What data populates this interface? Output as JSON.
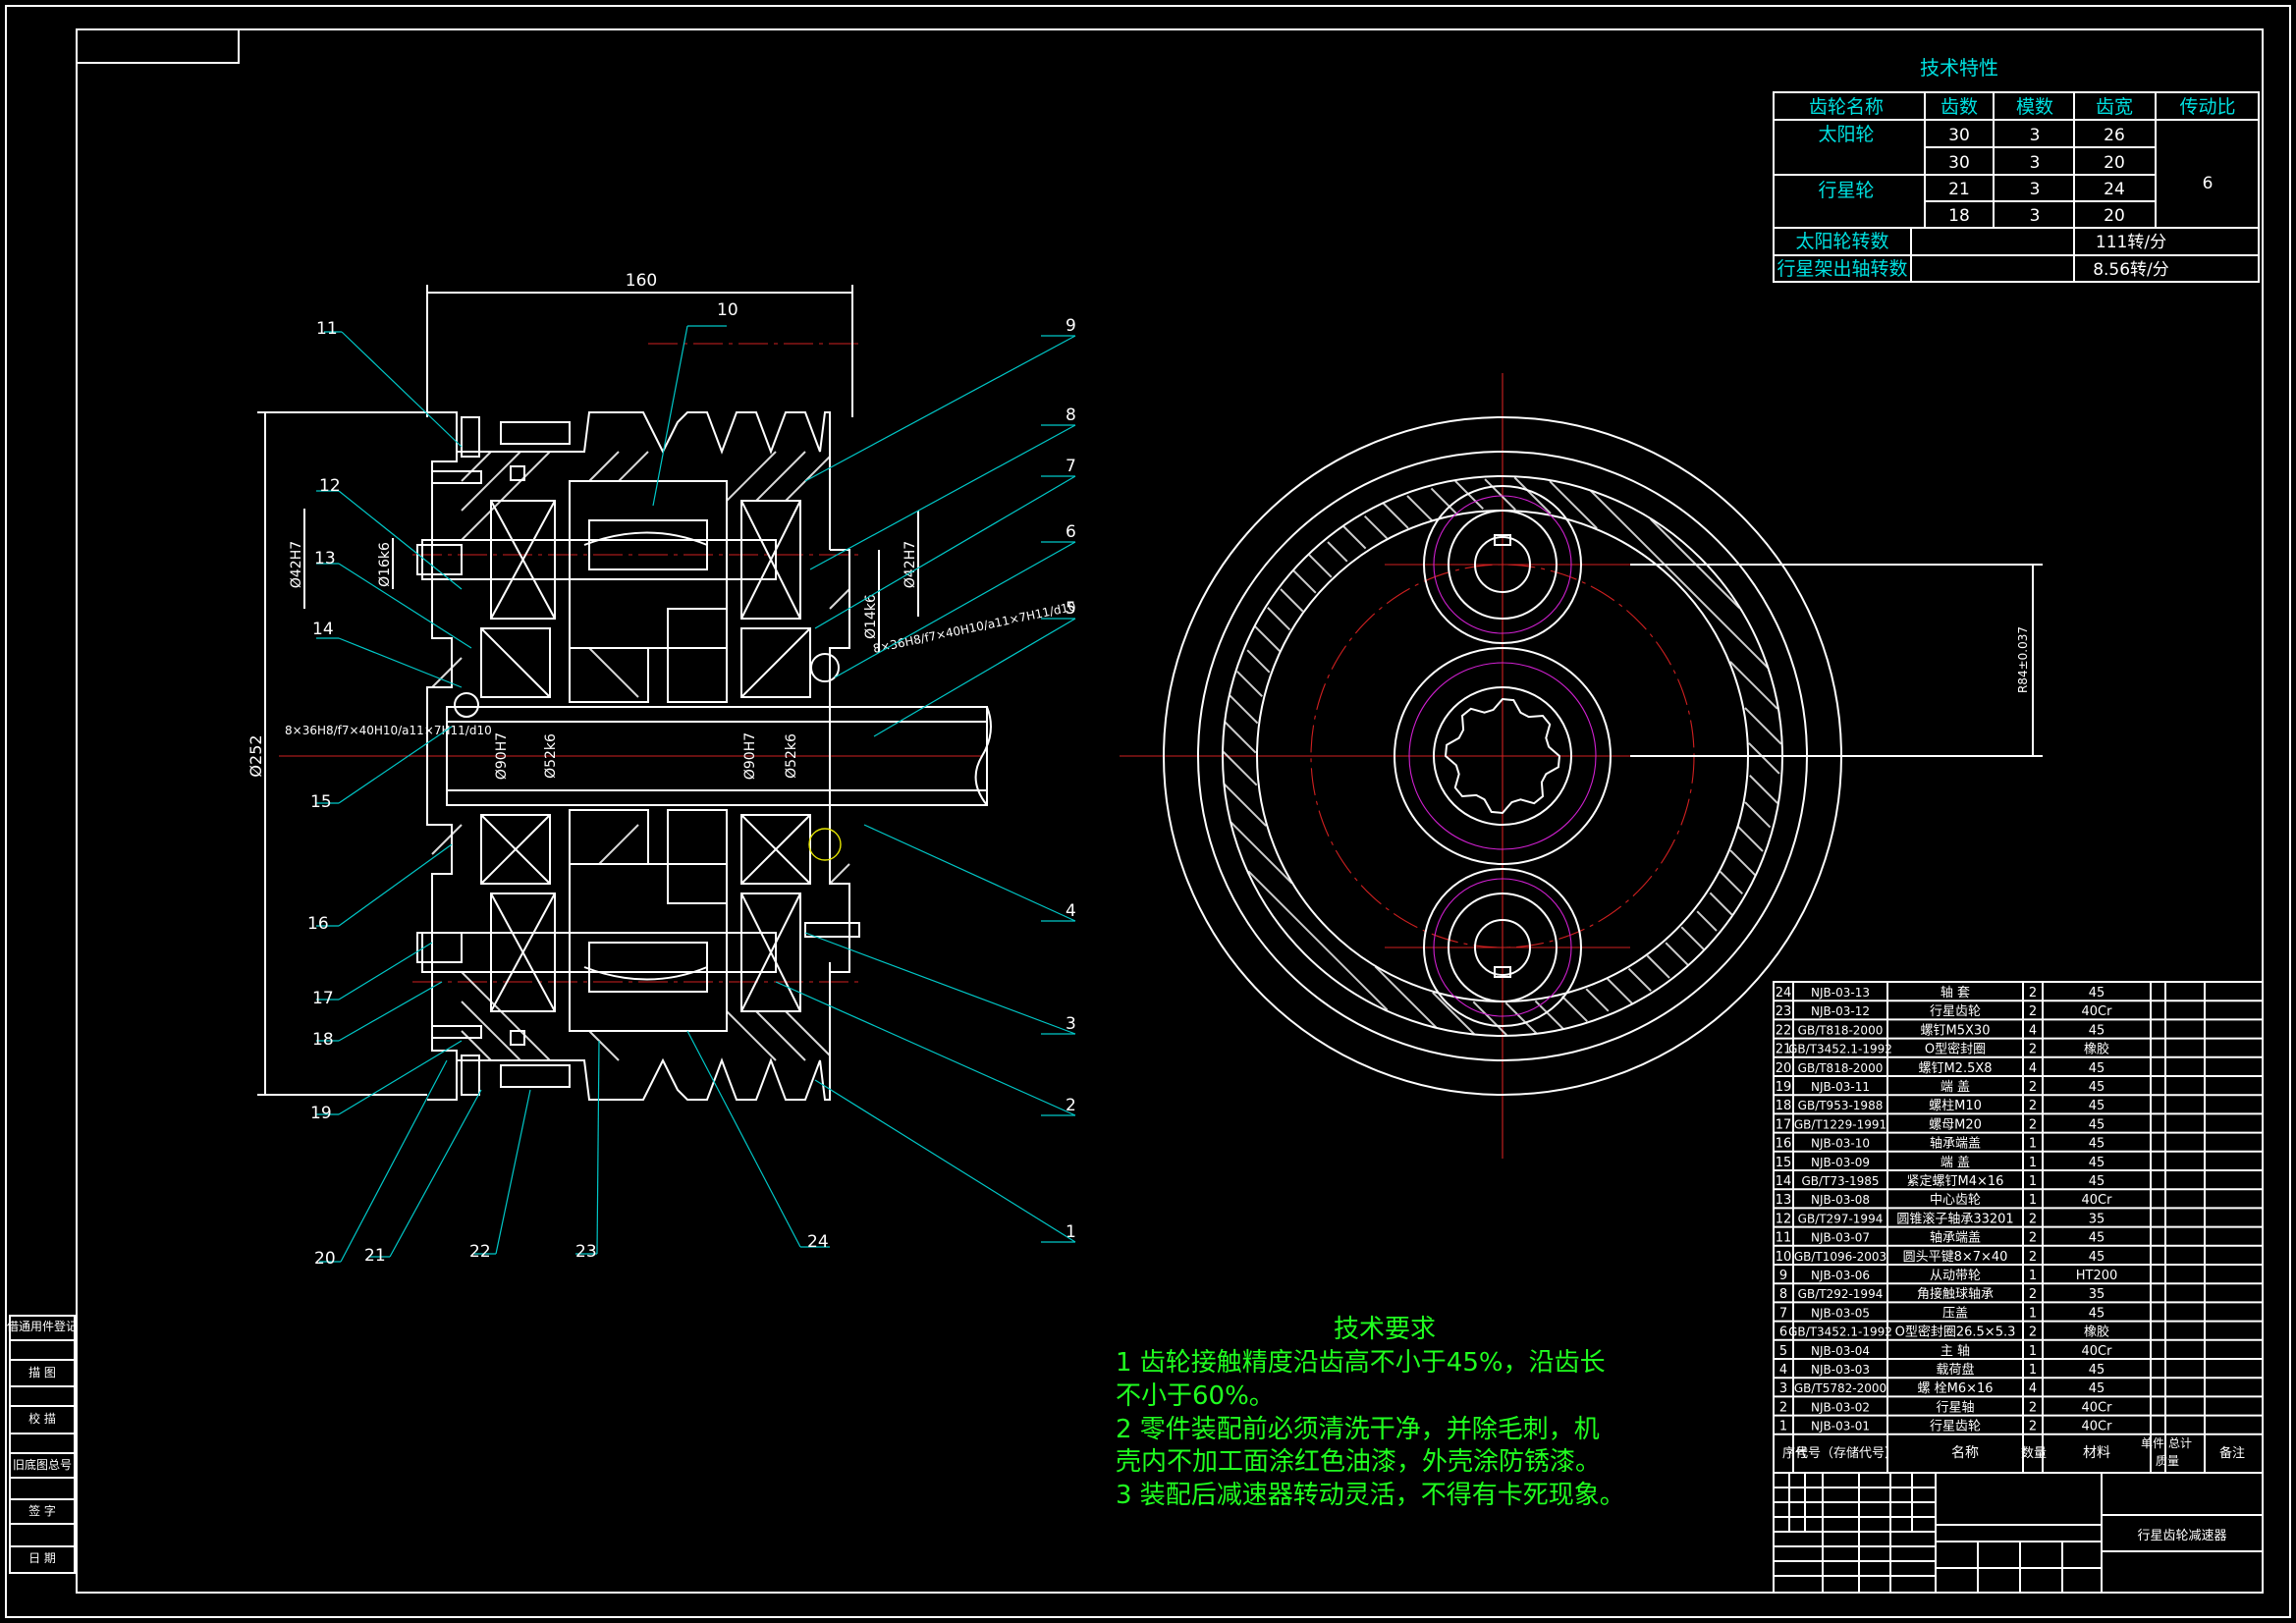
{
  "tech_char": {
    "title": "技术特性",
    "headers": [
      "齿轮名称",
      "齿数",
      "模数",
      "齿宽",
      "传动比"
    ],
    "sun_label": "太阳轮",
    "planet_label": "行星轮",
    "rows": [
      [
        "30",
        "3",
        "26"
      ],
      [
        "30",
        "3",
        "20"
      ],
      [
        "21",
        "3",
        "24"
      ],
      [
        "18",
        "3",
        "20"
      ]
    ],
    "ratio": "6",
    "sun_speed_label": "太阳轮转数",
    "sun_speed_value": "111转/分",
    "carrier_speed_label": "行星架出轴转数",
    "carrier_speed_value": "8.56转/分"
  },
  "dims": {
    "d160": "160",
    "d252": "Ø252",
    "d42h7_l": "Ø42H7",
    "d16k6": "Ø16k6",
    "d42h7_r": "Ø42H7",
    "d14k6": "Ø14k6",
    "spline_l": "8×36H8/f7×40H10/a11×7H11/d10",
    "spline_r": "8×36H8/f7×40H10/a11×7H11/d10",
    "d90h7_a": "Ø90H7",
    "d52k6_a": "Ø52k6",
    "d90h7_b": "Ø90H7",
    "d52k6_b": "Ø52k6",
    "vert_dim": "R84±0.037"
  },
  "balloons": [
    "1",
    "2",
    "3",
    "4",
    "5",
    "6",
    "7",
    "8",
    "9",
    "10",
    "11",
    "12",
    "13",
    "14",
    "15",
    "16",
    "17",
    "18",
    "19",
    "20",
    "21",
    "22",
    "23",
    "24"
  ],
  "requirements": {
    "title": "技术要求",
    "lines": [
      "1 齿轮接触精度沿齿高不小于45%，沿齿长",
      "不小于60%。",
      "2 零件装配前必须清洗干净，并除毛刺，机",
      "壳内不加工面涂红色油漆，外壳涂防锈漆。",
      "3 装配后减速器转动灵活，不得有卡死现象。"
    ]
  },
  "bom": [
    [
      "24",
      "NJB-03-13",
      "轴  套",
      "2",
      "45"
    ],
    [
      "23",
      "NJB-03-12",
      "行星齿轮",
      "2",
      "40Cr"
    ],
    [
      "22",
      "GB/T818-2000",
      "螺钉M5X30",
      "4",
      "45"
    ],
    [
      "21",
      "GB/T3452.1-1992",
      "O型密封圈",
      "2",
      "橡胶"
    ],
    [
      "20",
      "GB/T818-2000",
      "螺钉M2.5X8",
      "4",
      "45"
    ],
    [
      "19",
      "NJB-03-11",
      "端  盖",
      "2",
      "45"
    ],
    [
      "18",
      "GB/T953-1988",
      "螺柱M10",
      "2",
      "45"
    ],
    [
      "17",
      "GB/T1229-1991",
      "螺母M20",
      "2",
      "45"
    ],
    [
      "16",
      "NJB-03-10",
      "轴承端盖",
      "1",
      "45"
    ],
    [
      "15",
      "NJB-03-09",
      "端  盖",
      "1",
      "45"
    ],
    [
      "14",
      "GB/T73-1985",
      "紧定螺钉M4×16",
      "1",
      "45"
    ],
    [
      "13",
      "NJB-03-08",
      "中心齿轮",
      "1",
      "40Cr"
    ],
    [
      "12",
      "GB/T297-1994",
      "圆锥滚子轴承33201",
      "2",
      "35"
    ],
    [
      "11",
      "NJB-03-07",
      "轴承端盖",
      "2",
      "45"
    ],
    [
      "10",
      "GB/T1096-2003",
      "圆头平键8×7×40",
      "2",
      "45"
    ],
    [
      "9",
      "NJB-03-06",
      "从动带轮",
      "1",
      "HT200"
    ],
    [
      "8",
      "GB/T292-1994",
      "角接触球轴承",
      "2",
      "35"
    ],
    [
      "7",
      "NJB-03-05",
      "压盖",
      "1",
      "45"
    ],
    [
      "6",
      "GB/T3452.1-1992",
      "O型密封圈26.5×5.3",
      "2",
      "橡胶"
    ],
    [
      "5",
      "NJB-03-04",
      "主  轴",
      "1",
      "40Cr"
    ],
    [
      "4",
      "NJB-03-03",
      "载荷盘",
      "1",
      "45"
    ],
    [
      "3",
      "GB/T5782-2000",
      "螺 栓M6×16",
      "4",
      "45"
    ],
    [
      "2",
      "NJB-03-02",
      "行星轴",
      "2",
      "40Cr"
    ],
    [
      "1",
      "NJB-03-01",
      "行星齿轮",
      "2",
      "40Cr"
    ]
  ],
  "bom_header": {
    "seq": "序号",
    "code": "代号（存储代号）",
    "name": "名称",
    "qty": "数量",
    "mat": "材料",
    "unit_w": "单件",
    "total_w": "总计",
    "weight": "质量",
    "remark": "备注"
  },
  "title_block": {
    "drawing_name": "行星齿轮减速器"
  },
  "side_stamps": [
    "借通用件登记",
    "描  图",
    "校  描",
    "旧底图总号",
    "签  字",
    "日  期"
  ]
}
